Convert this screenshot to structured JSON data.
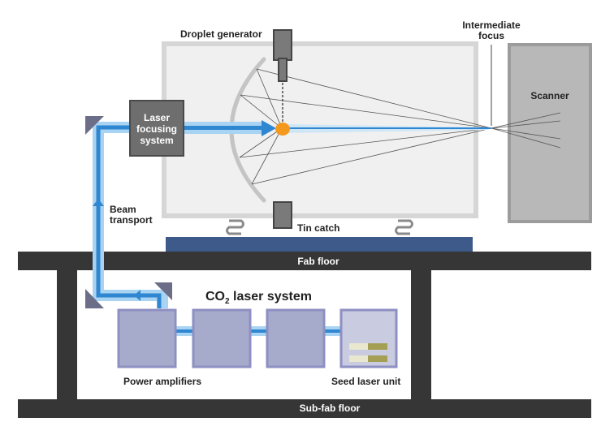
{
  "labels": {
    "droplet_generator": "Droplet generator",
    "intermediate_focus_line1": "Intermediate",
    "intermediate_focus_line2": "focus",
    "scanner": "Scanner",
    "laser_focusing_line1": "Laser",
    "laser_focusing_line2": "focusing",
    "laser_focusing_line3": "system",
    "beam_transport_line1": "Beam",
    "beam_transport_line2": "transport",
    "tin_catch": "Tin catch",
    "fab_floor": "Fab floor",
    "co2_title_prefix": "CO",
    "co2_title_sub": "2",
    "co2_title_suffix": " laser system",
    "power_amplifiers": "Power amplifiers",
    "seed_laser_unit": "Seed laser unit",
    "sub_fab_floor": "Sub-fab floor"
  },
  "colors": {
    "floor": "#363636",
    "platform": "#3d5a8a",
    "chamber_border": "#d6d6d6",
    "chamber_fill": "#f0f0f0",
    "scanner_border": "#9c9c9c",
    "scanner_fill": "#b6b6b6",
    "focusing_box": "#6e6e6e",
    "beam_dark": "#2f86d1",
    "beam_light": "#a8d3f2",
    "droplet": "#f39a1e",
    "mirror": "#6c6e88",
    "amplifier_fill": "#a7abcb",
    "amplifier_border": "#8e8fc2",
    "seed_fill": "#c9cbe0",
    "seed_bar_light": "#e9e8cf",
    "seed_bar_dark": "#a59f55"
  }
}
